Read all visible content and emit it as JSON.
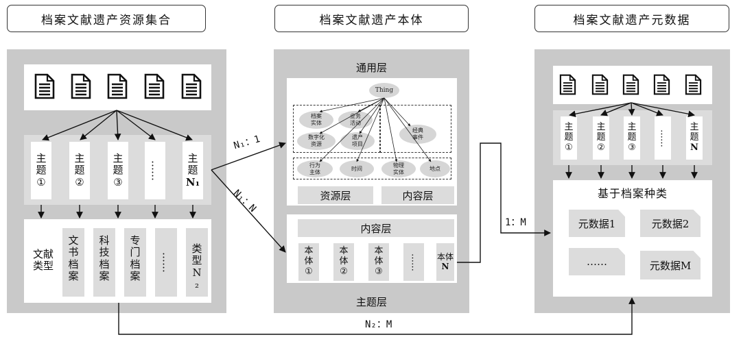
{
  "titles": {
    "left": "档案文献遗产资源集合",
    "middle": "档案文献遗产本体",
    "right": "档案文献遗产元数据"
  },
  "left_panel": {
    "topics": [
      {
        "line1": "主",
        "line2": "题",
        "mark": "①"
      },
      {
        "line1": "主",
        "line2": "题",
        "mark": "②"
      },
      {
        "line1": "主",
        "line2": "题",
        "mark": "③"
      },
      {
        "line1": "",
        "line2": "",
        "mark": "……"
      },
      {
        "line1": "主",
        "line2": "题",
        "mark": "N₁"
      }
    ],
    "doc_type_label": "文献\n类型",
    "doc_types": [
      "文书档案",
      "科技档案",
      "专门档案",
      "……",
      "类型N₂"
    ]
  },
  "middle_panel": {
    "general_layer": "通用层",
    "thing": "Thing",
    "nodes": {
      "archive_entity": "档案\n实体",
      "business_activity": "业务\n活动",
      "digital_resource": "数字化\n资源",
      "heritage_item": "遗产\n项目",
      "classic_event": "经典\n事件",
      "actor": "行为\n主体",
      "time": "时间",
      "physical_entity": "物理\n实体",
      "place": "地点"
    },
    "resource_layer": "资源层",
    "content_layer_top": "内容层",
    "content_layer_bar": "内容层",
    "ontologies": [
      {
        "line1": "本",
        "line2": "体",
        "mark": "①"
      },
      {
        "line1": "本",
        "line2": "体",
        "mark": "②"
      },
      {
        "line1": "本",
        "line2": "体",
        "mark": "③"
      },
      {
        "line1": "",
        "line2": "",
        "mark": "……"
      },
      {
        "line1": "本体",
        "line2": "",
        "mark": "N"
      }
    ],
    "topic_layer": "主题层"
  },
  "right_panel": {
    "topics": [
      {
        "line1": "主",
        "line2": "题",
        "mark": "①"
      },
      {
        "line1": "主",
        "line2": "题",
        "mark": "②"
      },
      {
        "line1": "主",
        "line2": "题",
        "mark": "③"
      },
      {
        "line1": "",
        "line2": "",
        "mark": "……"
      },
      {
        "line1": "主",
        "line2": "题",
        "mark": "N"
      }
    ],
    "category_title": "基于档案种类",
    "meta_1": "元数据1",
    "meta_2": "元数据2",
    "meta_dots": "……",
    "meta_m": "元数据M"
  },
  "relations": {
    "n1_to_1": "N₁：1",
    "n1_to_n": "N₁：N",
    "one_to_m": "1：M",
    "n2_to_m": "N₂：M"
  }
}
